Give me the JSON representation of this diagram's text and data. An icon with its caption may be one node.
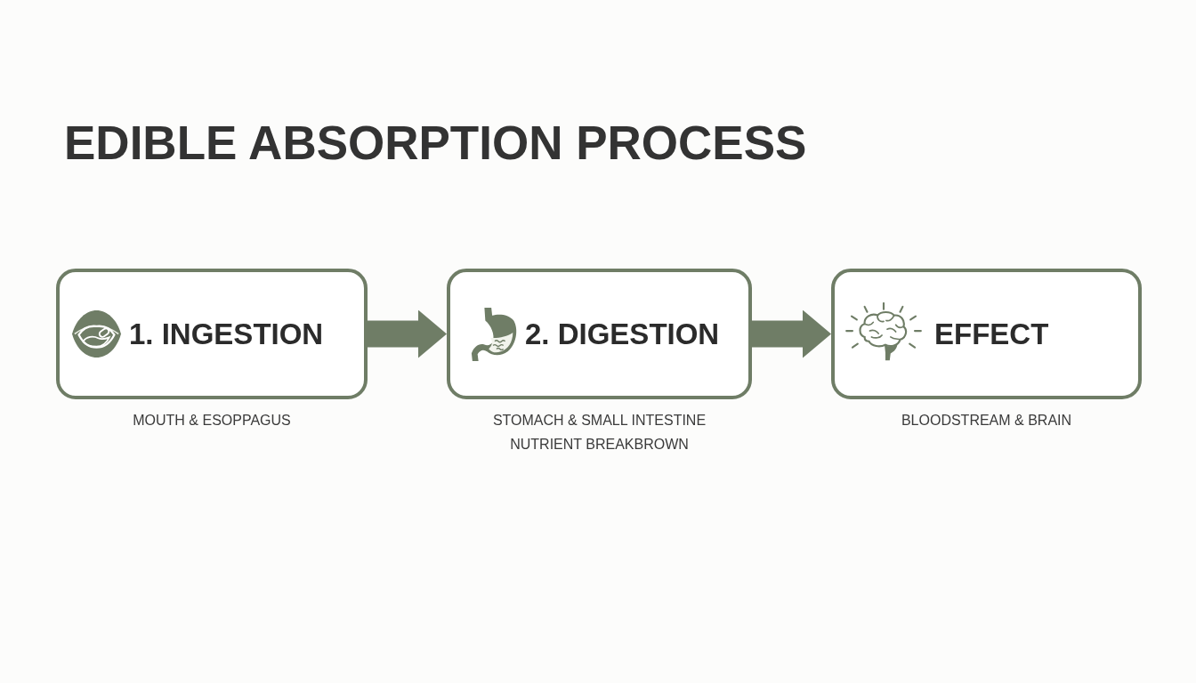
{
  "diagram": {
    "title": "EDIBLE ABSORPTION PROCESS",
    "nodes": [
      {
        "text": [
          "1. INGESTION"
        ],
        "beside": [
          "MOUTH & ESOPPAGUS"
        ]
      },
      {
        "text": [
          "2. DIGESTION"
        ],
        "beside": [
          "STOMACH & SMALL INTESTINE NUTRIENT BREAKBROWN"
        ]
      },
      {
        "text": [
          "EFFECT"
        ],
        "beside": [
          "BLOODSTREAM & BRAIN"
        ]
      }
    ],
    "edges": [
      {
        "from": 0,
        "to": 1,
        "arrow": "to"
      },
      {
        "from": 1,
        "to": 2,
        "arrow": "to"
      }
    ]
  }
}
